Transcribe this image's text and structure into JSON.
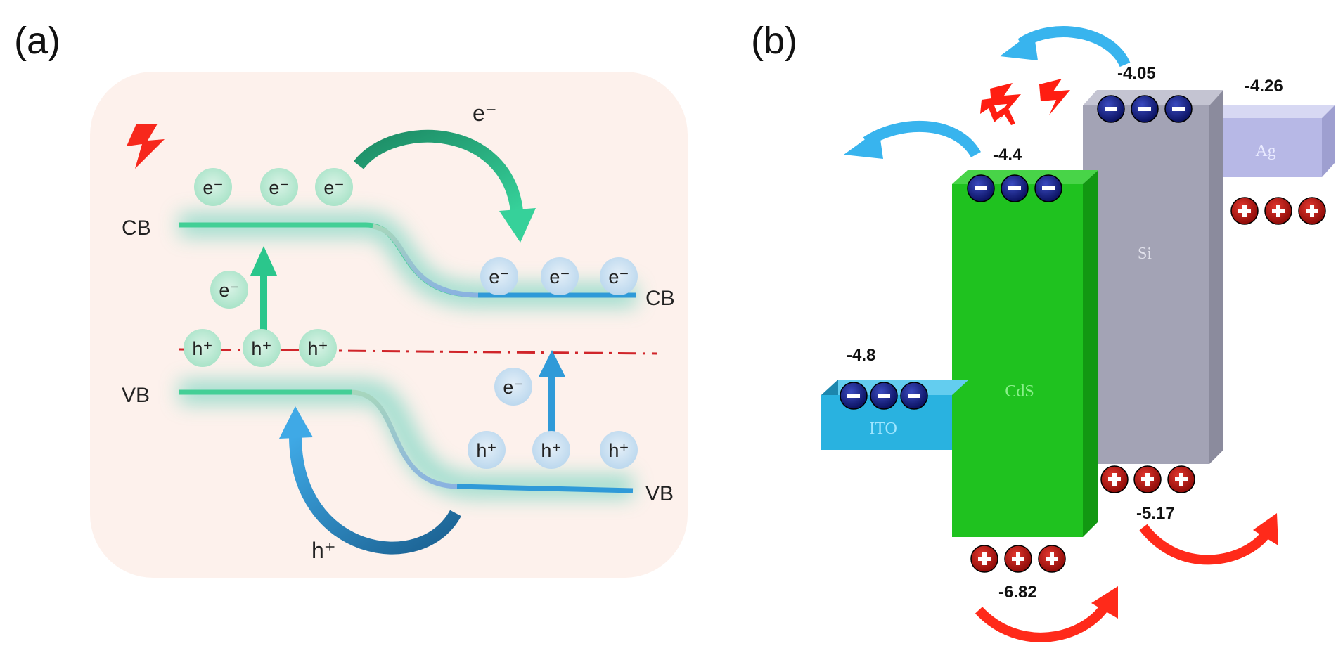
{
  "panel_a": {
    "label": "(a)",
    "left_cb": "CB",
    "left_vb": "VB",
    "right_cb": "CB",
    "right_vb": "VB",
    "top_electron_label": "e⁻",
    "bottom_hole_label": "h⁺",
    "left_cb_electrons": [
      "e⁻",
      "e⁻",
      "e⁻"
    ],
    "excited_electron": "e⁻",
    "left_holes": [
      "h⁺",
      "h⁺",
      "h⁺"
    ],
    "right_cb_electrons": [
      "e⁻",
      "e⁻",
      "e⁻"
    ],
    "right_excited_electron": "e⁻",
    "right_vb_holes": [
      "h⁺",
      "h⁺",
      "h⁺"
    ]
  },
  "panel_b": {
    "label": "(b)",
    "ito_label": "ITO",
    "ito_level": "-4.8",
    "cds_label": "CdS",
    "cds_cb": "-4.4",
    "cds_vb": "-6.82",
    "si_label": "Si",
    "si_cb": "-4.05",
    "si_vb": "-5.17",
    "ag_label": "Ag",
    "ag_level": "-4.26"
  },
  "colors": {
    "green_band": "#3cc98e",
    "blue_band": "#2f9ad8",
    "cds_green": "#1fc21f",
    "si_gray": "#a3a3b5",
    "ito_cyan": "#29b2e0",
    "ag_lavender": "#b7b8e6",
    "arrow_red": "#ff2a1a",
    "arrow_blue": "#38b4ee",
    "electron_navy": "#101a7a",
    "hole_red": "#b8140f"
  }
}
